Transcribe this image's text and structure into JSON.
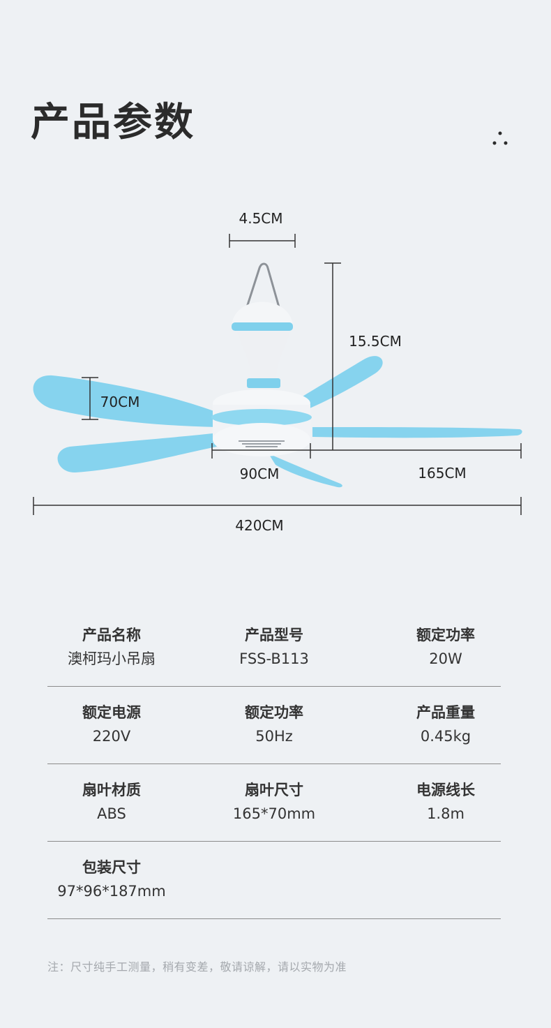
{
  "header": {
    "title": "产品参数"
  },
  "dimensions": {
    "hook_width": "4.5CM",
    "body_height": "15.5CM",
    "blade_width": "70CM",
    "body_diameter": "90CM",
    "blade_length": "165CM",
    "total_span": "420CM"
  },
  "colors": {
    "blade": "#86d3ee",
    "ring": "#7fd0ec",
    "body": "#f3f5f7",
    "background": "#eef1f4"
  },
  "specs": [
    [
      {
        "key": "产品名称",
        "value": "澳柯玛小吊扇"
      },
      {
        "key": "产品型号",
        "value": "FSS-B113"
      },
      {
        "key": "额定功率",
        "value": "20W"
      }
    ],
    [
      {
        "key": "额定电源",
        "value": "220V"
      },
      {
        "key": "额定功率",
        "value": "50Hz"
      },
      {
        "key": "产品重量",
        "value": "0.45kg"
      }
    ],
    [
      {
        "key": "扇叶材质",
        "value": "ABS"
      },
      {
        "key": "扇叶尺寸",
        "value": "165*70mm"
      },
      {
        "key": "电源线长",
        "value": "1.8m"
      }
    ],
    [
      {
        "key": "包装尺寸",
        "value": "97*96*187mm"
      }
    ]
  ],
  "note": "注：尺寸纯手工测量，稍有变差，敬请谅解，请以实物为准"
}
